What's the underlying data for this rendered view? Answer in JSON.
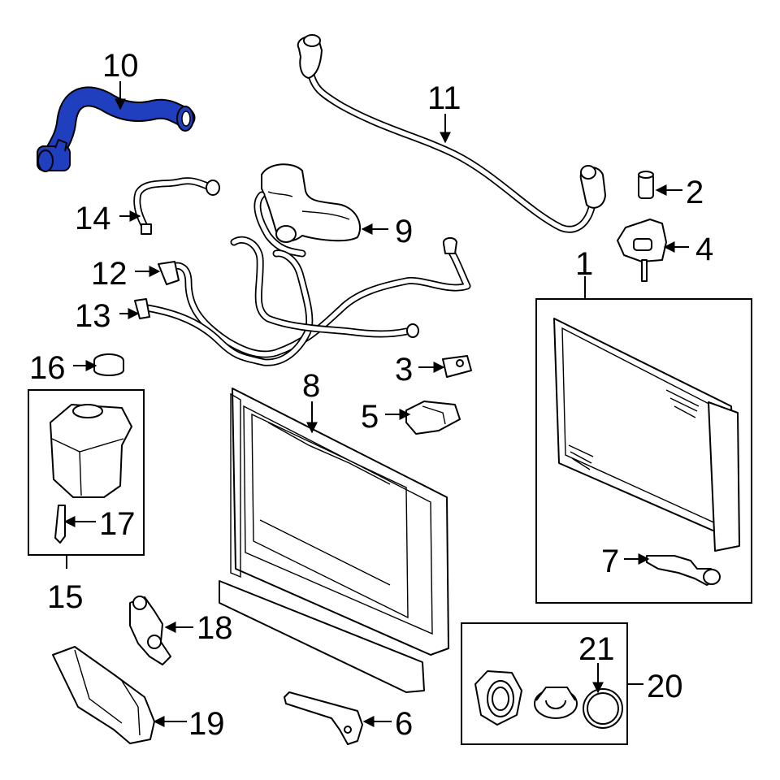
{
  "diagram": {
    "highlight_color": "#1f3fbf",
    "callouts": {
      "c1": "1",
      "c2": "2",
      "c3": "3",
      "c4": "4",
      "c5": "5",
      "c6": "6",
      "c7": "7",
      "c8": "8",
      "c9": "9",
      "c10": "10",
      "c11": "11",
      "c12": "12",
      "c13": "13",
      "c14": "14",
      "c15": "15",
      "c16": "16",
      "c17": "17",
      "c18": "18",
      "c19": "19",
      "c20": "20",
      "c21": "21"
    }
  }
}
